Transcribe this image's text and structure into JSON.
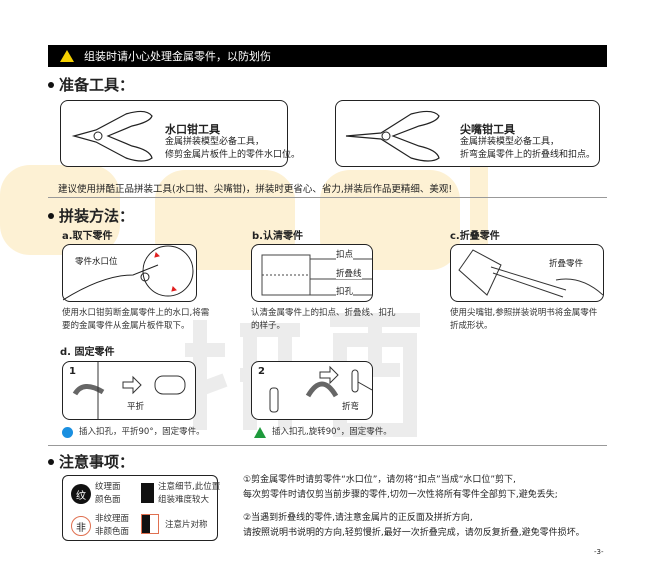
{
  "warning_banner": "组装时请小心处理金属零件，以防划伤",
  "tools": {
    "heading": "准备工具：",
    "items": [
      {
        "title": "水口钳工具",
        "desc": [
          "金属拼装模型必备工具，",
          "修剪金属片板件上的零件水口位。"
        ]
      },
      {
        "title": "尖嘴钳工具",
        "desc": [
          "金属拼装模型必备工具，",
          "折弯金属零件上的折叠线和扣点。"
        ]
      }
    ],
    "suggestion": "建议使用拼酷正品拼装工具(水口钳、尖嘴钳)，拼装时更省心、省力,拼装后作品更精细、美观!"
  },
  "method": {
    "heading": "拼装方法：",
    "steps": [
      {
        "title": "a.取下零件",
        "label": "零件水口位",
        "caption": [
          "使用水口钳剪断金属零件上的水口,将需",
          "要的金属零件从金属片板件取下。"
        ]
      },
      {
        "title": "b.认清零件",
        "labels": [
          "扣点",
          "折叠线",
          "扣孔"
        ],
        "caption": [
          "认清金属零件上的扣点、折叠线、扣孔",
          "的样子。"
        ]
      },
      {
        "title": "c.折叠零件",
        "label": "折叠零件",
        "caption": [
          "使用尖嘴钳,参照拼装说明书将金属零件",
          "折成形状。"
        ]
      }
    ],
    "fix": {
      "title": "d. 固定零件",
      "panels": [
        {
          "num": "1",
          "label": "平折",
          "caption": "插入扣孔，平折90°，固定零件。"
        },
        {
          "num": "2",
          "label": "折弯",
          "caption": "插入扣孔,旋转90°，固定零件。"
        }
      ]
    }
  },
  "notes": {
    "heading": "注意事项：",
    "legend": [
      {
        "icon": "纹",
        "text": [
          "纹理面",
          "颜色面"
        ]
      },
      {
        "text": [
          "注意细节,此位置",
          "组装难度较大"
        ]
      },
      {
        "icon": "非",
        "text": [
          "非纹理面",
          "非颜色面"
        ]
      },
      {
        "text": [
          "注意片对称"
        ]
      }
    ],
    "items": [
      [
        "①剪金属零件时请剪零件“水口位”，请勿将“扣点”当成“水口位”剪下,",
        "每次剪零件时请仅剪当前步骤的零件,切勿一次性将所有零件全部剪下,避免丢失;"
      ],
      [
        "②当遇到折叠线的零件,请注意金属片的正反面及拼折方向,",
        "请按照说明书说明的方向,轻剪慢折,最好一次折叠完成，请勿反复折叠,避免零件损坏。"
      ]
    ],
    "page_number": "-3-"
  },
  "colors": {
    "blue": "#1a8fe0",
    "green": "#1e9a3c",
    "warn": "#f5d000"
  }
}
